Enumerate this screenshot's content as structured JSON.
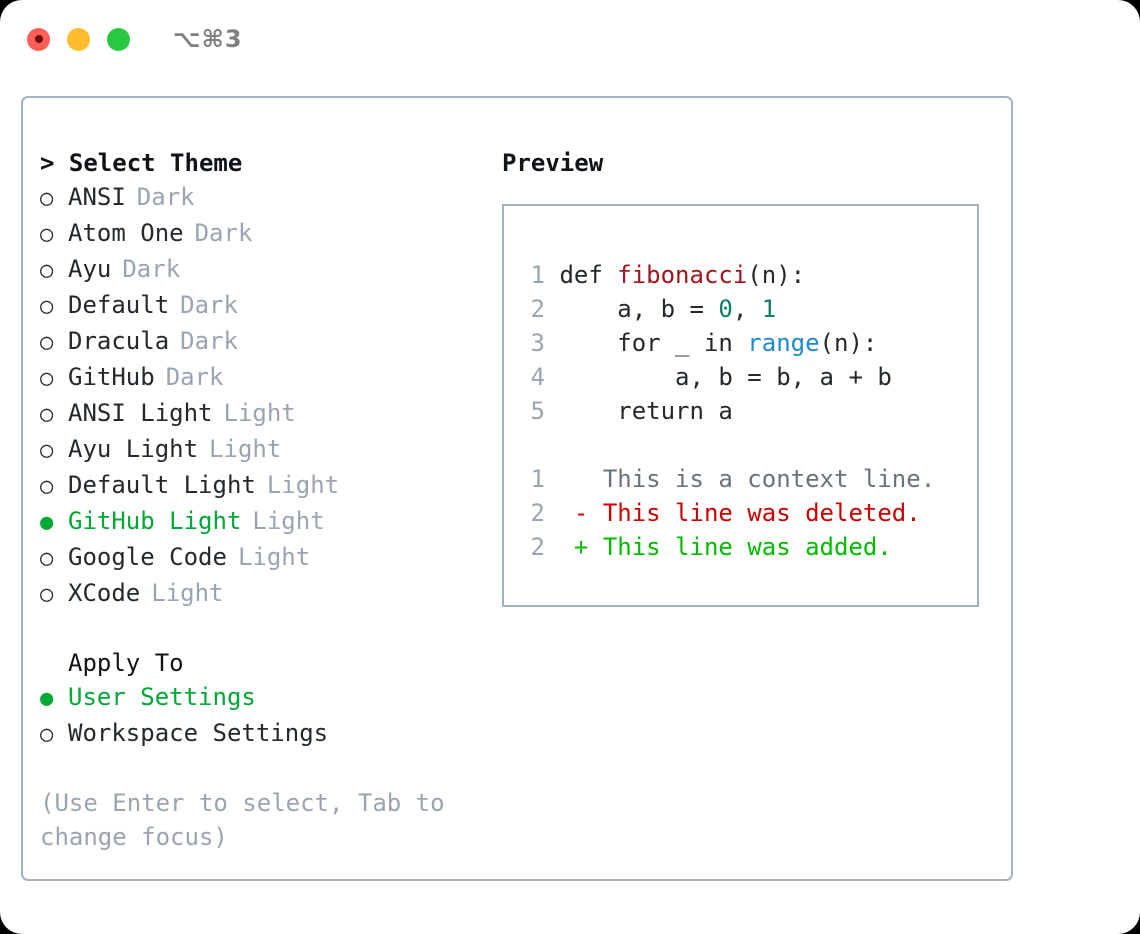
{
  "window": {
    "shortcut": "⌥⌘3",
    "traffic_lights": [
      {
        "name": "close-button",
        "color": "#ff5f57"
      },
      {
        "name": "minimize-button",
        "color": "#ffbd2e"
      },
      {
        "name": "maximize-button",
        "color": "#28c840"
      }
    ]
  },
  "colors": {
    "selected": "#00a836",
    "muted": "#9aa4b2",
    "text": "#24292e",
    "border": "#a7b1bf",
    "fn": "#a3151c",
    "num": "#0d7d6e",
    "call": "#1e8acc",
    "diff_del": "#cc0000",
    "diff_add": "#00bb00"
  },
  "theme_list": {
    "header_prefix": ">",
    "header": "Select Theme",
    "marker_unselected": "○",
    "marker_selected": "●",
    "items": [
      {
        "label": "ANSI",
        "category": "Dark",
        "selected": false
      },
      {
        "label": "Atom One",
        "category": "Dark",
        "selected": false
      },
      {
        "label": "Ayu",
        "category": "Dark",
        "selected": false
      },
      {
        "label": "Default",
        "category": "Dark",
        "selected": false
      },
      {
        "label": "Dracula",
        "category": "Dark",
        "selected": false
      },
      {
        "label": "GitHub",
        "category": "Dark",
        "selected": false
      },
      {
        "label": "ANSI Light",
        "category": "Light",
        "selected": false
      },
      {
        "label": "Ayu Light",
        "category": "Light",
        "selected": false
      },
      {
        "label": "Default Light",
        "category": "Light",
        "selected": false
      },
      {
        "label": "GitHub Light",
        "category": "Light",
        "selected": true
      },
      {
        "label": "Google Code",
        "category": "Light",
        "selected": false
      },
      {
        "label": "XCode",
        "category": "Light",
        "selected": false
      }
    ]
  },
  "apply_to": {
    "header": "Apply To",
    "items": [
      {
        "label": "User Settings",
        "selected": true
      },
      {
        "label": "Workspace Settings",
        "selected": false
      }
    ]
  },
  "hint": "(Use Enter to select, Tab to change focus)",
  "preview": {
    "title": "Preview",
    "code": [
      {
        "n": "1",
        "segments": [
          {
            "t": "def ",
            "c": "plain"
          },
          {
            "t": "fibonacci",
            "c": "fn"
          },
          {
            "t": "(n):",
            "c": "plain"
          }
        ]
      },
      {
        "n": "2",
        "segments": [
          {
            "t": "    a, b = ",
            "c": "plain"
          },
          {
            "t": "0",
            "c": "num"
          },
          {
            "t": ", ",
            "c": "plain"
          },
          {
            "t": "1",
            "c": "num"
          }
        ]
      },
      {
        "n": "3",
        "segments": [
          {
            "t": "    for _ in ",
            "c": "plain"
          },
          {
            "t": "range",
            "c": "call"
          },
          {
            "t": "(n):",
            "c": "plain"
          }
        ]
      },
      {
        "n": "4",
        "segments": [
          {
            "t": "        a, b = b, a + b",
            "c": "plain"
          }
        ]
      },
      {
        "n": "5",
        "segments": [
          {
            "t": "    return a",
            "c": "plain"
          }
        ]
      }
    ],
    "diff": [
      {
        "n": "1",
        "sign": " ",
        "text": "This is a context line.",
        "kind": "ctx"
      },
      {
        "n": "2",
        "sign": "-",
        "text": "This line was deleted.",
        "kind": "del"
      },
      {
        "n": "2",
        "sign": "+",
        "text": "This line was added.",
        "kind": "add"
      }
    ]
  }
}
